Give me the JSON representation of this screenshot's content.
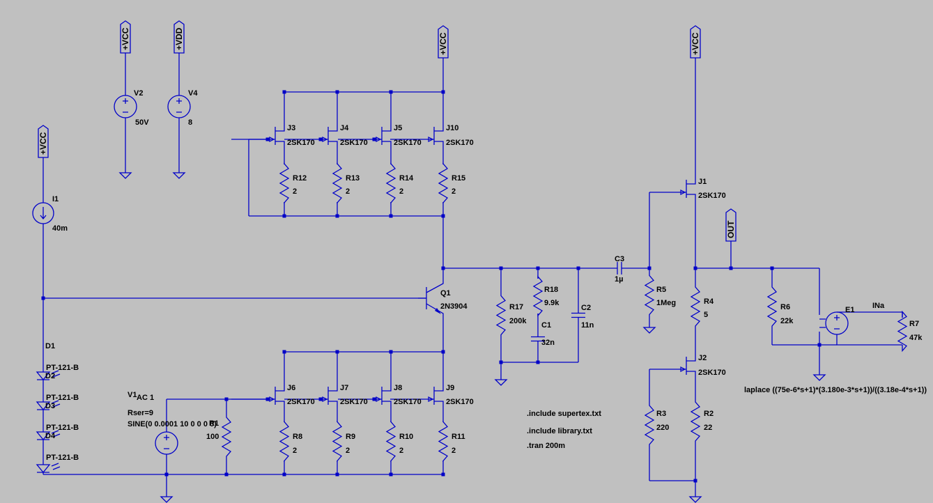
{
  "colors": {
    "background": "#C0C0C0",
    "wire": "#0000C8",
    "text": "#000000"
  },
  "flags": {
    "vcc": "+VCC",
    "vdd": "+VDD",
    "out": "OUT"
  },
  "sources": {
    "v2": {
      "name": "V2",
      "value": "50V"
    },
    "v4": {
      "name": "V4",
      "value": "8"
    },
    "i1": {
      "name": "I1",
      "value": "40m"
    },
    "v1": {
      "name": "V1",
      "ac": "AC 1",
      "rser": "Rser=9",
      "sine": "SINE(0 0.0001 10 0 0 0 0)"
    }
  },
  "jfets": {
    "J3": {
      "name": "J3",
      "model": "2SK170"
    },
    "J4": {
      "name": "J4",
      "model": "2SK170"
    },
    "J5": {
      "name": "J5",
      "model": "2SK170"
    },
    "J10": {
      "name": "J10",
      "model": "2SK170"
    },
    "J6": {
      "name": "J6",
      "model": "2SK170"
    },
    "J7": {
      "name": "J7",
      "model": "2SK170"
    },
    "J8": {
      "name": "J8",
      "model": "2SK170"
    },
    "J9": {
      "name": "J9",
      "model": "2SK170"
    },
    "J1": {
      "name": "J1",
      "model": "2SK170"
    },
    "J2": {
      "name": "J2",
      "model": "2SK170"
    }
  },
  "resistors": {
    "R12": {
      "name": "R12",
      "value": "2"
    },
    "R13": {
      "name": "R13",
      "value": "2"
    },
    "R14": {
      "name": "R14",
      "value": "2"
    },
    "R15": {
      "name": "R15",
      "value": "2"
    },
    "R8": {
      "name": "R8",
      "value": "2"
    },
    "R9": {
      "name": "R9",
      "value": "2"
    },
    "R10": {
      "name": "R10",
      "value": "2"
    },
    "R11": {
      "name": "R11",
      "value": "2"
    },
    "R1": {
      "name": "R1",
      "value": "100"
    },
    "R17": {
      "name": "R17",
      "value": "200k"
    },
    "R18": {
      "name": "R18",
      "value": "9.9k"
    },
    "R5": {
      "name": "R5",
      "value": "1Meg"
    },
    "R4": {
      "name": "R4",
      "value": "5"
    },
    "R3": {
      "name": "R3",
      "value": "220"
    },
    "R2": {
      "name": "R2",
      "value": "22"
    },
    "R6": {
      "name": "R6",
      "value": "22k"
    },
    "R7": {
      "name": "R7",
      "value": "47k"
    }
  },
  "capacitors": {
    "C1": {
      "name": "C1",
      "value": "32n"
    },
    "C2": {
      "name": "C2",
      "value": "11n"
    },
    "C3": {
      "name": "C3",
      "value": "1µ"
    }
  },
  "transistor": {
    "name": "Q1",
    "model": "2N3904"
  },
  "diodes": [
    {
      "name": "D1",
      "model": "PT-121-B"
    },
    {
      "name": "D2",
      "model": "PT-121-B"
    },
    {
      "name": "D3",
      "model": "PT-121-B"
    },
    {
      "name": "D4",
      "model": "PT-121-B"
    }
  ],
  "e1": {
    "name": "E1",
    "net": "INa",
    "expression": "laplace ((75e-6*s+1)*(3.180e-3*s+1))/((3.18e-4*s+1))"
  },
  "directives": [
    ".include supertex.txt",
    ".include library.txt",
    ".tran 200m"
  ]
}
